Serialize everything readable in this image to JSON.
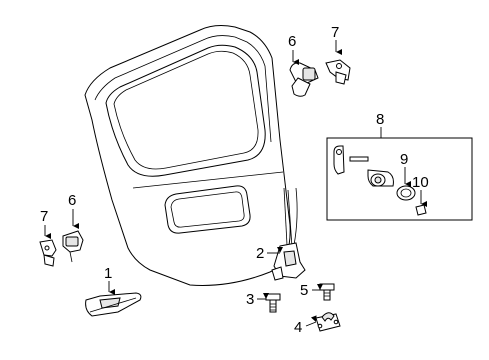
{
  "diagram": {
    "callouts": [
      {
        "id": "c1",
        "label": "1"
      },
      {
        "id": "c2",
        "label": "2"
      },
      {
        "id": "c3",
        "label": "3"
      },
      {
        "id": "c4",
        "label": "4"
      },
      {
        "id": "c5",
        "label": "5"
      },
      {
        "id": "c6a",
        "label": "6"
      },
      {
        "id": "c6b",
        "label": "6"
      },
      {
        "id": "c7a",
        "label": "7"
      },
      {
        "id": "c7b",
        "label": "7"
      },
      {
        "id": "c8",
        "label": "8"
      },
      {
        "id": "c9",
        "label": "9"
      },
      {
        "id": "c10",
        "label": "10"
      }
    ]
  }
}
